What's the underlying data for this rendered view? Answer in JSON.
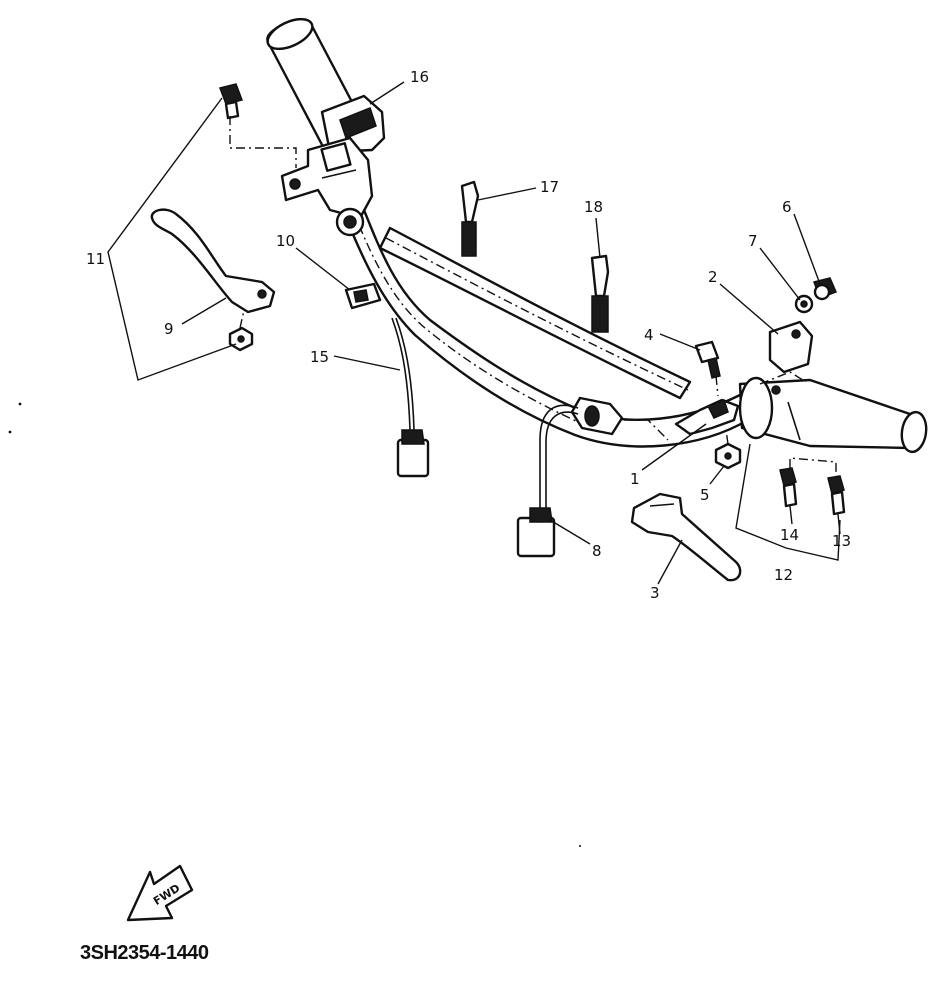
{
  "diagram": {
    "part_numbers": [
      "1",
      "2",
      "3",
      "4",
      "5",
      "6",
      "7",
      "8",
      "9",
      "10",
      "11",
      "12",
      "13",
      "14",
      "15",
      "16",
      "17",
      "18"
    ],
    "fwd_arrow": {
      "text": "FWD"
    },
    "drawing_code": "3SH2354-1440"
  }
}
